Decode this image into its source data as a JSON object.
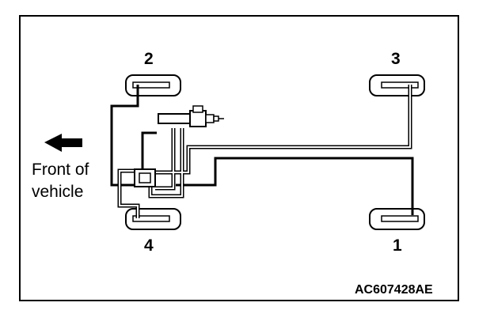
{
  "wheels": {
    "top_left": "2",
    "top_right": "3",
    "bottom_left": "4",
    "bottom_right": "1"
  },
  "front_label": {
    "line1": "Front of",
    "line2": "vehicle"
  },
  "figure_code": "AC607428AE",
  "icons": {
    "direction": "arrow-left-icon"
  }
}
